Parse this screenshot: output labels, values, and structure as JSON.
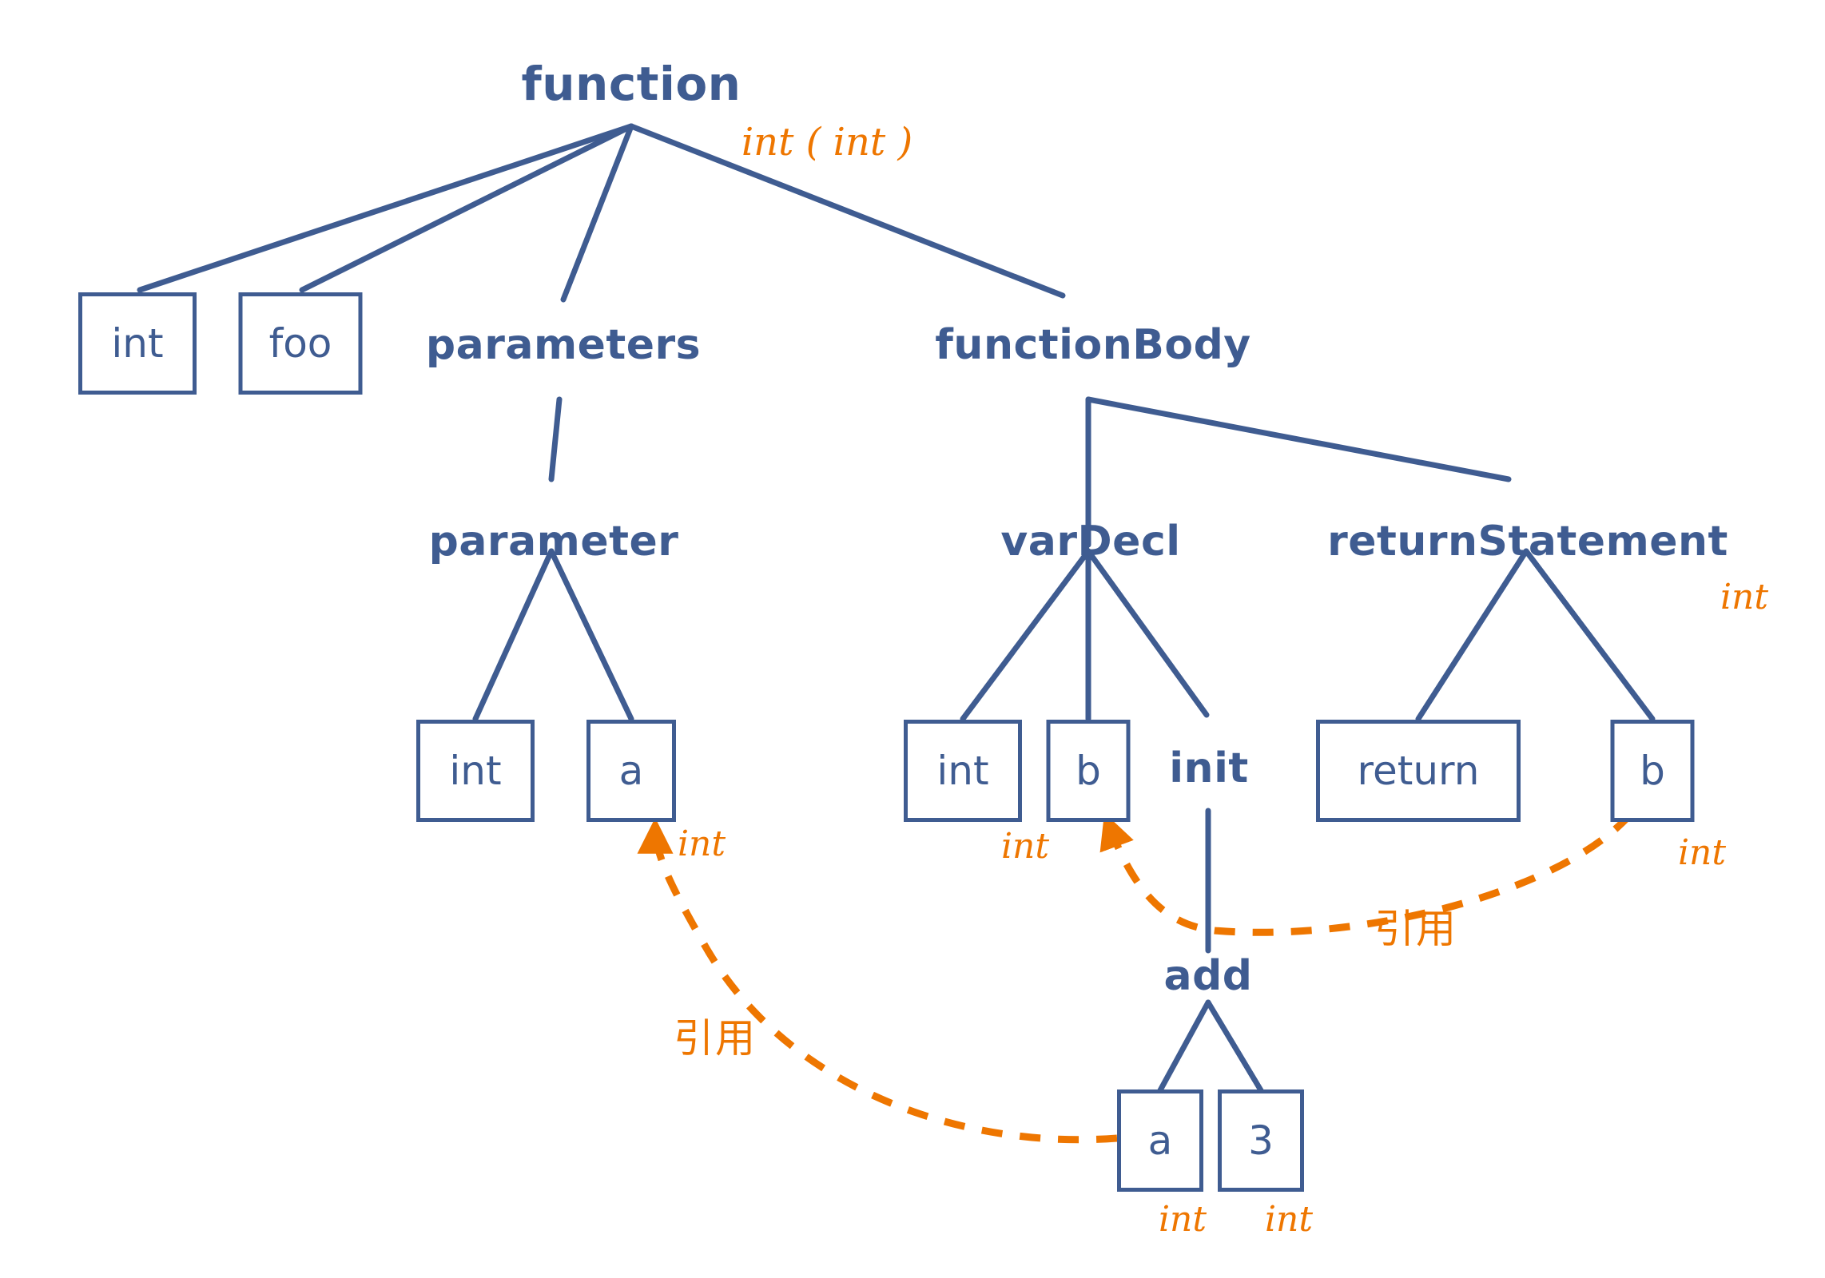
{
  "diagram": {
    "title": "AST with type annotations",
    "colors": {
      "node": "#3f5c91",
      "annotation": "#ee7600",
      "background": "#ffffff"
    },
    "nodes": {
      "function": "function",
      "parameters": "parameters",
      "function_body": "functionBody",
      "parameter": "parameter",
      "var_decl": "varDecl",
      "return_statement": "returnStatement",
      "init": "init",
      "add": "add"
    },
    "tokens": {
      "func_return_type": "int",
      "func_name": "foo",
      "param_type": "int",
      "param_name": "a",
      "var_type": "int",
      "var_name": "b",
      "return_keyword": "return",
      "return_value": "b",
      "add_left": "a",
      "add_right": "3"
    },
    "type_annotations": {
      "function_signature": "int ( int )",
      "return_statement_type": "int",
      "param_a_type": "int",
      "var_b_type": "int",
      "return_b_type": "int",
      "add_a_type": "int",
      "add_3_type": "int"
    },
    "reference_labels": {
      "param_reference": "引用",
      "var_reference": "引用"
    }
  }
}
